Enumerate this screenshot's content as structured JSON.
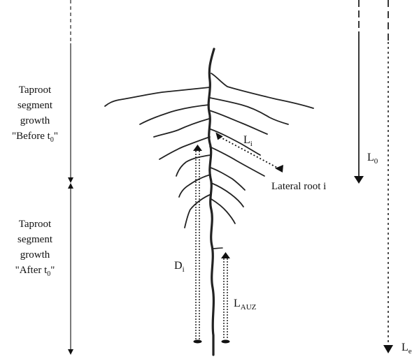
{
  "diagram": {
    "left_label_before": [
      "Taproot",
      "segment",
      "growth",
      "\"Before t",
      "0",
      "\""
    ],
    "left_label_after": [
      "Taproot",
      "segment",
      "growth",
      "\"After t",
      "0",
      "\""
    ],
    "label_Li": {
      "main": "L",
      "sub": "i"
    },
    "label_lateral_root": "Lateral root i",
    "label_L0": {
      "main": "L",
      "sub": "0"
    },
    "label_Di": {
      "main": "D",
      "sub": "i"
    },
    "label_LAUZ": {
      "main": "L",
      "sub": "AUZ"
    },
    "label_Le": {
      "main": "L",
      "sub": "e"
    }
  }
}
